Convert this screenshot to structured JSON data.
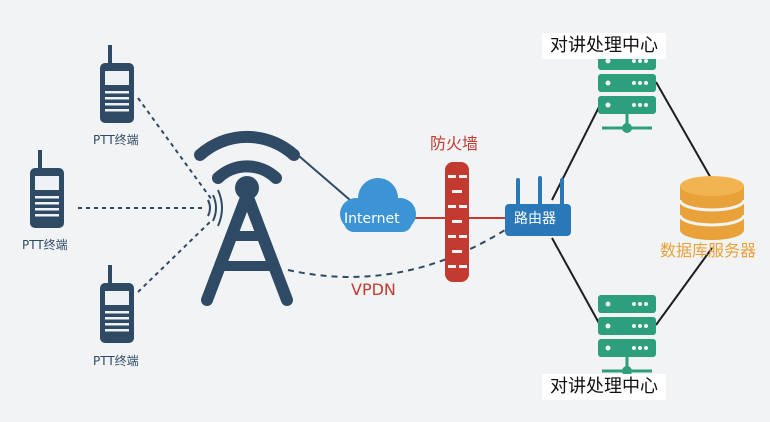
{
  "diagram": {
    "terminals": [
      {
        "label": "PTT终端"
      },
      {
        "label": "PTT终端"
      },
      {
        "label": "PTT终端"
      }
    ],
    "internet_label": "Internet",
    "firewall_label": "防火墙",
    "router_label": "路由器",
    "vpdn_label": "VPDN",
    "centers": [
      {
        "label": "对讲处理中心"
      },
      {
        "label": "对讲处理中心"
      }
    ],
    "database_label": "数据库服务器",
    "colors": {
      "navy": "#2f4a64",
      "server_green": "#2e9f7c",
      "cloud_blue": "#3d94d4",
      "firewall_red": "#c23a30",
      "database_orange": "#e9a13a",
      "router_blue": "#2b78b8"
    }
  }
}
